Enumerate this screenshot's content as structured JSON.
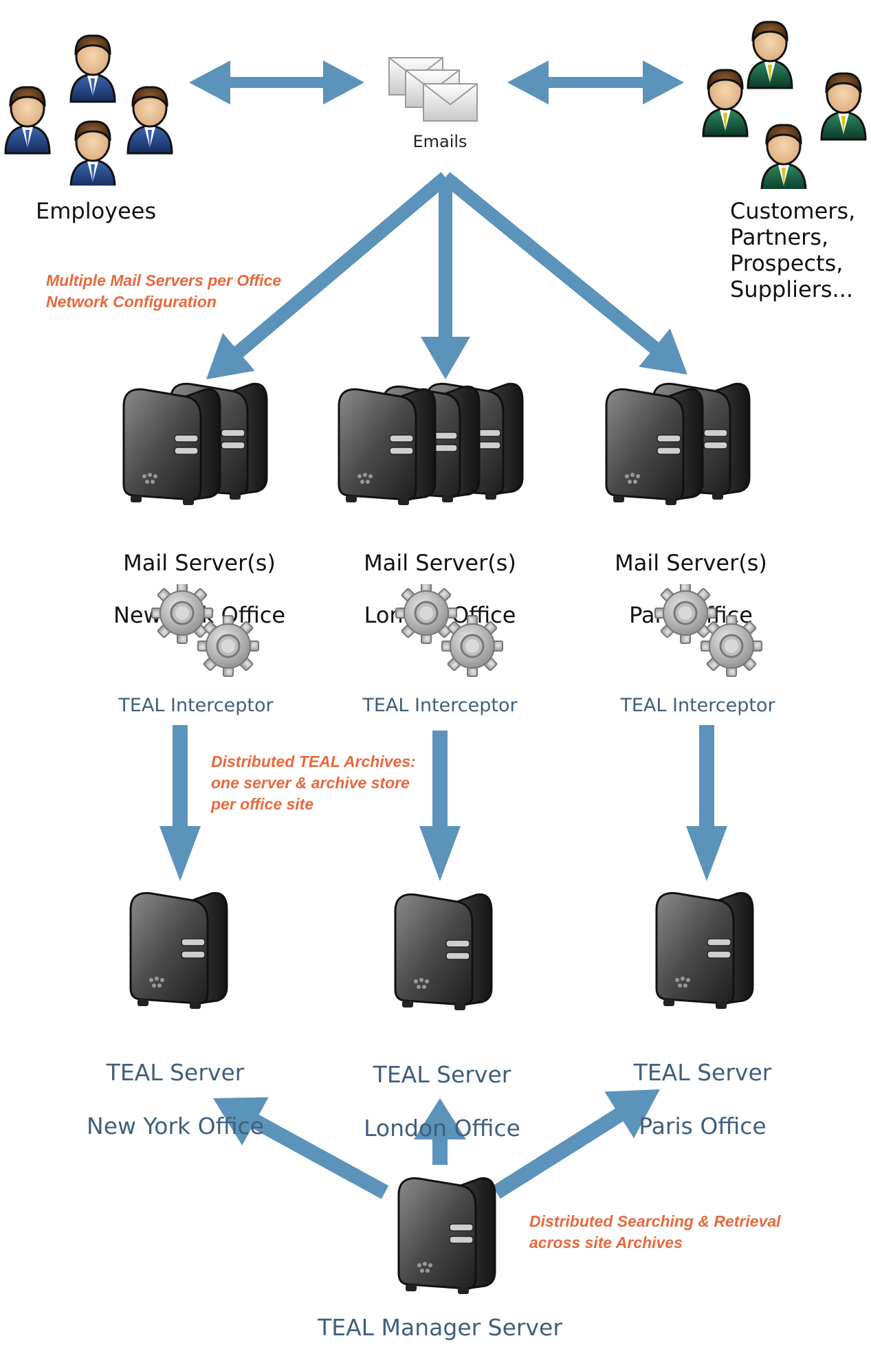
{
  "colors": {
    "arrow": "#5b93ba",
    "note": "#e8683d",
    "teal_label": "#3f5f7c",
    "server_body": "#444444"
  },
  "top": {
    "employees_label": "Employees",
    "emails_label": "Emails",
    "external_label": "Customers,\nPartners,\nProspects,\nSuppliers..."
  },
  "notes": {
    "mail_config": "Multiple Mail Servers per Office\nNetwork Configuration",
    "distributed_archives": "Distributed TEAL Archives:\none server & archive store\nper office site",
    "distributed_search": "Distributed Searching & Retrieval\nacross site Archives"
  },
  "mail_servers": [
    {
      "title": "Mail Server(s)",
      "office": "New York Office",
      "interceptor": "TEAL Interceptor",
      "icon": "server-pair-icon"
    },
    {
      "title": "Mail Server(s)",
      "office": "London Office",
      "interceptor": "TEAL Interceptor",
      "icon": "server-triple-icon"
    },
    {
      "title": "Mail Server(s)",
      "office": "Paris Office",
      "interceptor": "TEAL Interceptor",
      "icon": "server-pair-icon"
    }
  ],
  "teal_servers": [
    {
      "title": "TEAL Server",
      "office": "New York Office"
    },
    {
      "title": "TEAL Server",
      "office": "London Office"
    },
    {
      "title": "TEAL Server",
      "office": "Paris Office"
    }
  ],
  "manager_label": "TEAL Manager Server"
}
